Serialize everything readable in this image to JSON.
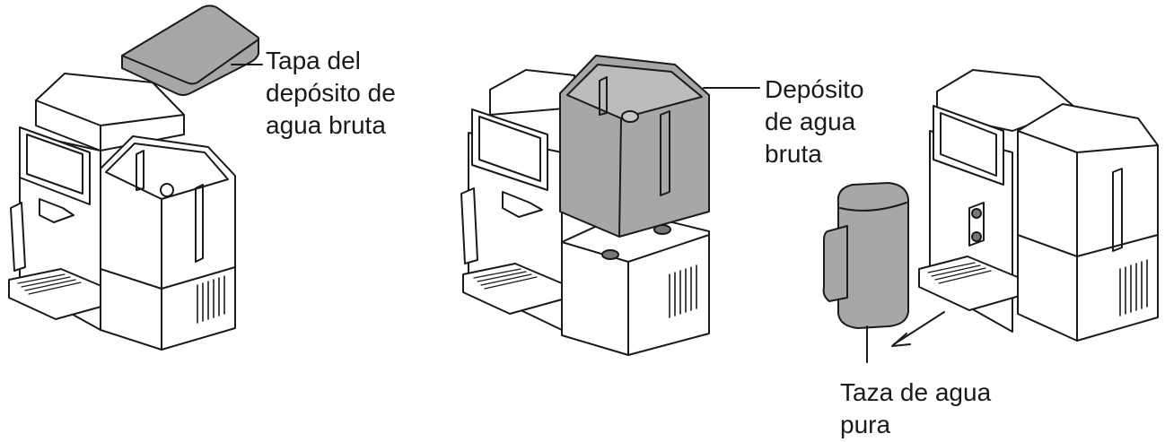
{
  "callouts": {
    "raw_water_tank_lid": [
      "Tapa del",
      "depósito de",
      "agua bruta"
    ],
    "raw_water_tank": [
      "Depósito",
      "de agua",
      "bruta"
    ],
    "pure_water_cup": [
      "Taza de agua",
      "pura"
    ]
  },
  "colors": {
    "line": "#1a1a1a",
    "highlighted_part": "#a7a7a7",
    "body": "#ffffff"
  },
  "icons": {
    "arrow": "removal-direction-arrow"
  }
}
